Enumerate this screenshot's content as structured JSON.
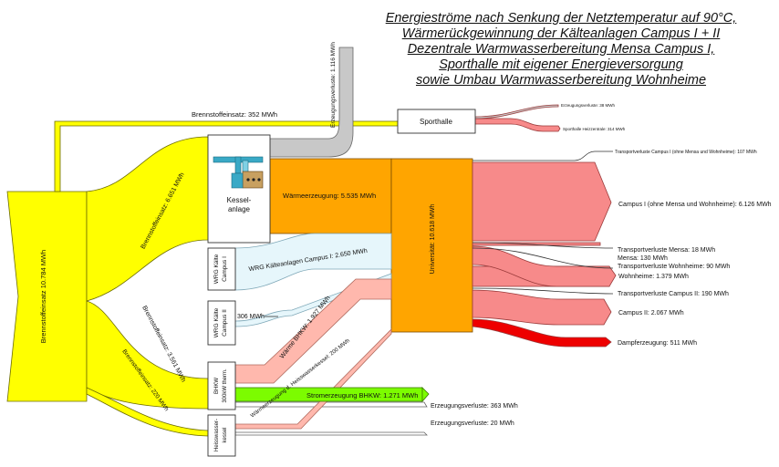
{
  "title": {
    "lines": [
      "Energieströme nach Senkung der Netztemperatur auf 90°C,",
      "Wärmerückgewinnung der Kälteanlagen Campus I + II",
      "Dezentrale Warmwasserbereitung Mensa Campus I,",
      "Sporthalle mit eigener Energieversorgung",
      "sowie Umbau Warmwasserbereitung Wohnheime"
    ]
  },
  "nodes": {
    "brennstoffeinsatz_total": "Brennstoffeinsatz 10.784 MWh",
    "kessel": "Kessel-\nanlage",
    "wrg_campus1": "WRG Kälte\nCampus I",
    "wrg_campus2": "WRG Kälte\nCampus II",
    "bhkw": "BHKW\n300kW therm.",
    "heisswasserkessel": "Heisswasser-\nkessel",
    "universitaet": "Universität: 10.618 MWh",
    "sporthalle": "Sporthalle"
  },
  "flows": {
    "brennstoff_sporthalle": "Brennstoffeinsatz: 352 MWh",
    "erzeugungsverluste_kessel": "Erzeugungsverluste: 1.116 MWh",
    "brennstoff_kessel": "Brennstoffeinsatz: 6.651 MWh",
    "waermeerzeugung": "Wärmeerzeugung: 5.535 MWh",
    "wrg_campus1": "WRG Kälteanlagen Campus I: 2.650 MWh",
    "wrg_campus2": "306 MWh",
    "brennstoff_bhkw": "Brennstoffeinsatz: 3.561 MWh",
    "waerme_bhkw": "Wärme BHKW: 1.927 MWh",
    "strom_bhkw": "Stromerzeugung BHKW: 1.271 MWh",
    "erzeugungsverluste_bhkw": "Erzeugungsverluste: 363 MWh",
    "brennstoff_hwk": "Brennstoffeinsatz: 220 MWh",
    "waerme_hwk": "Wärmeerzeugung d. Heisswasserkessel: 200 MWh",
    "erzeugungsverluste_hwk": "Erzeugungsverluste: 20 MWh",
    "sporthalle_verluste": "Erzeugungsverluste: 38 MWh",
    "sporthalle_heizzentrale": "Sporthalle Heizzentrale: 314 MWh",
    "transportverluste_c1": "Transportverluste Campus I (ohne Mensa und Wohnheime): 107 MWh",
    "campus1": "Campus I (ohne Mensa und Wohnheime): 6.126 MWh",
    "transportverluste_mensa": "Transportverluste Mensa: 18 MWh",
    "mensa": "Mensa: 130 MWh",
    "transportverluste_wohnheime": "Transportverluste Wohnheime: 90 MWh",
    "wohnheime": "Wohnheime: 1.379 MWh",
    "transportverluste_c2": "Transportverluste Campus II: 190 MWh",
    "campus2": "Campus II: 2.067 MWh",
    "dampferzeugung": "Dampferzeugung: 511 MWh"
  },
  "colors": {
    "fuel": "#ffff00",
    "heat": "#ffa500",
    "wrg": "#e6f6fb",
    "bhkw_heat": "#ffb8ad",
    "power": "#7cfc00",
    "loss": "#c8c8c8",
    "consumer": "#f78a8a",
    "steam": "#ee0000"
  }
}
